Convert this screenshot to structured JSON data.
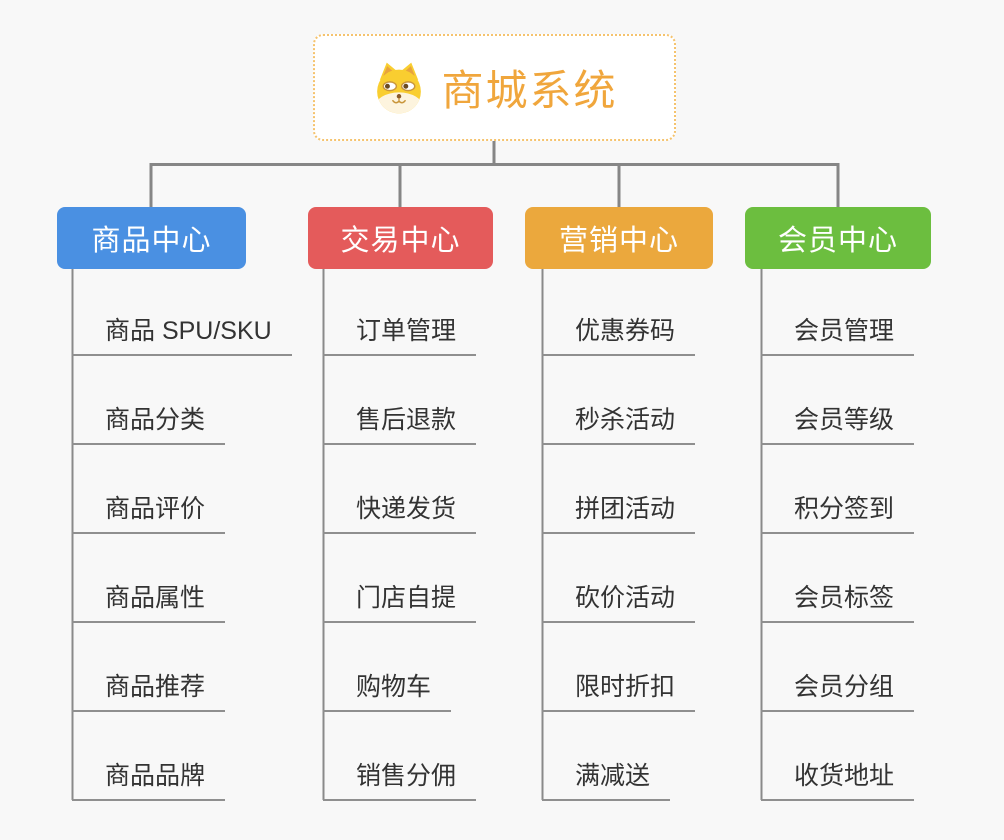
{
  "canvas": {
    "background_color": "#f8f8f8",
    "connector_color": "#868686",
    "trunk_color": "#8a8a8a",
    "leaf_underline_color": "#8f8f8f",
    "leaf_text_color": "#333333"
  },
  "root": {
    "title": "商城系统",
    "title_color": "#f0a63c",
    "border_color": "#f5c36e",
    "icon": "doge-icon"
  },
  "branches": [
    {
      "label": "商品中心",
      "color": "#4a90e2",
      "items": [
        "商品 SPU/SKU",
        "商品分类",
        "商品评价",
        "商品属性",
        "商品推荐",
        "商品品牌"
      ]
    },
    {
      "label": "交易中心",
      "color": "#e45b5b",
      "items": [
        "订单管理",
        "售后退款",
        "快递发货",
        "门店自提",
        "购物车",
        "销售分佣"
      ]
    },
    {
      "label": "营销中心",
      "color": "#eba83d",
      "items": [
        "优惠券码",
        "秒杀活动",
        "拼团活动",
        "砍价活动",
        "限时折扣",
        "满减送"
      ]
    },
    {
      "label": "会员中心",
      "color": "#6cbe3f",
      "items": [
        "会员管理",
        "会员等级",
        "积分签到",
        "会员标签",
        "会员分组",
        "收货地址"
      ]
    }
  ]
}
